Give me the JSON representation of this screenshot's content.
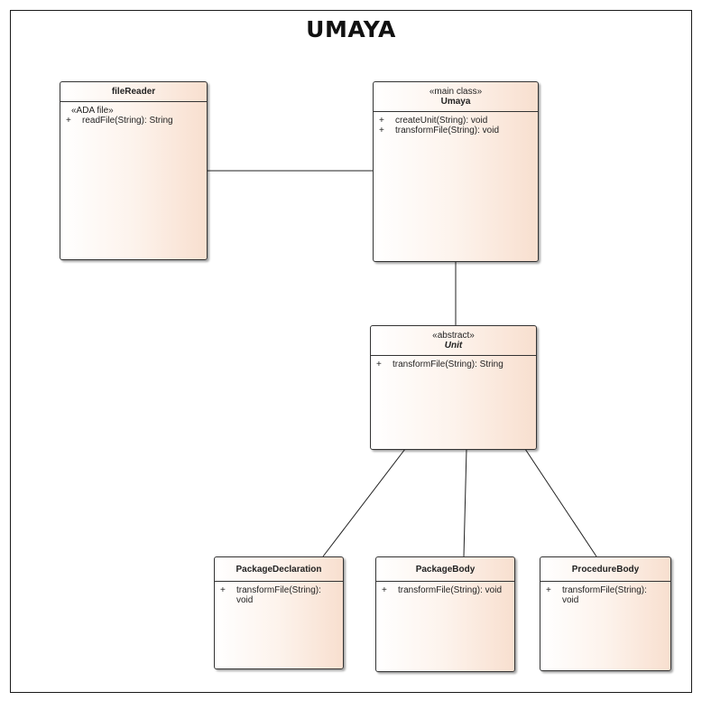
{
  "diagram": {
    "title": "UMAYA",
    "classes": {
      "fileReader": {
        "name": "fileReader",
        "stereotype_row": "«ADA file»",
        "operations": [
          {
            "vis": "+",
            "sig": "readFile(String): String"
          }
        ]
      },
      "umaya": {
        "stereotype": "«main class»",
        "name": "Umaya",
        "operations": [
          {
            "vis": "+",
            "sig": "createUnit(String): void"
          },
          {
            "vis": "+",
            "sig": "transformFile(String): void"
          }
        ]
      },
      "unit": {
        "stereotype": "«abstract»",
        "name": "Unit",
        "operations": [
          {
            "vis": "+",
            "sig": "transformFile(String): String"
          }
        ]
      },
      "packageDeclaration": {
        "name": "PackageDeclaration",
        "operations": [
          {
            "vis": "+",
            "sig": "transformFile(String): void"
          }
        ]
      },
      "packageBody": {
        "name": "PackageBody",
        "operations": [
          {
            "vis": "+",
            "sig": "transformFile(String): void"
          }
        ]
      },
      "procedureBody": {
        "name": "ProcedureBody",
        "operations": [
          {
            "vis": "+",
            "sig": "transformFile(String): void"
          }
        ]
      }
    },
    "connections": [
      {
        "from": "fileReader",
        "to": "Umaya"
      },
      {
        "from": "Umaya",
        "to": "Unit"
      },
      {
        "from": "Unit",
        "to": "PackageDeclaration"
      },
      {
        "from": "Unit",
        "to": "PackageBody"
      },
      {
        "from": "Unit",
        "to": "ProcedureBody"
      }
    ]
  }
}
